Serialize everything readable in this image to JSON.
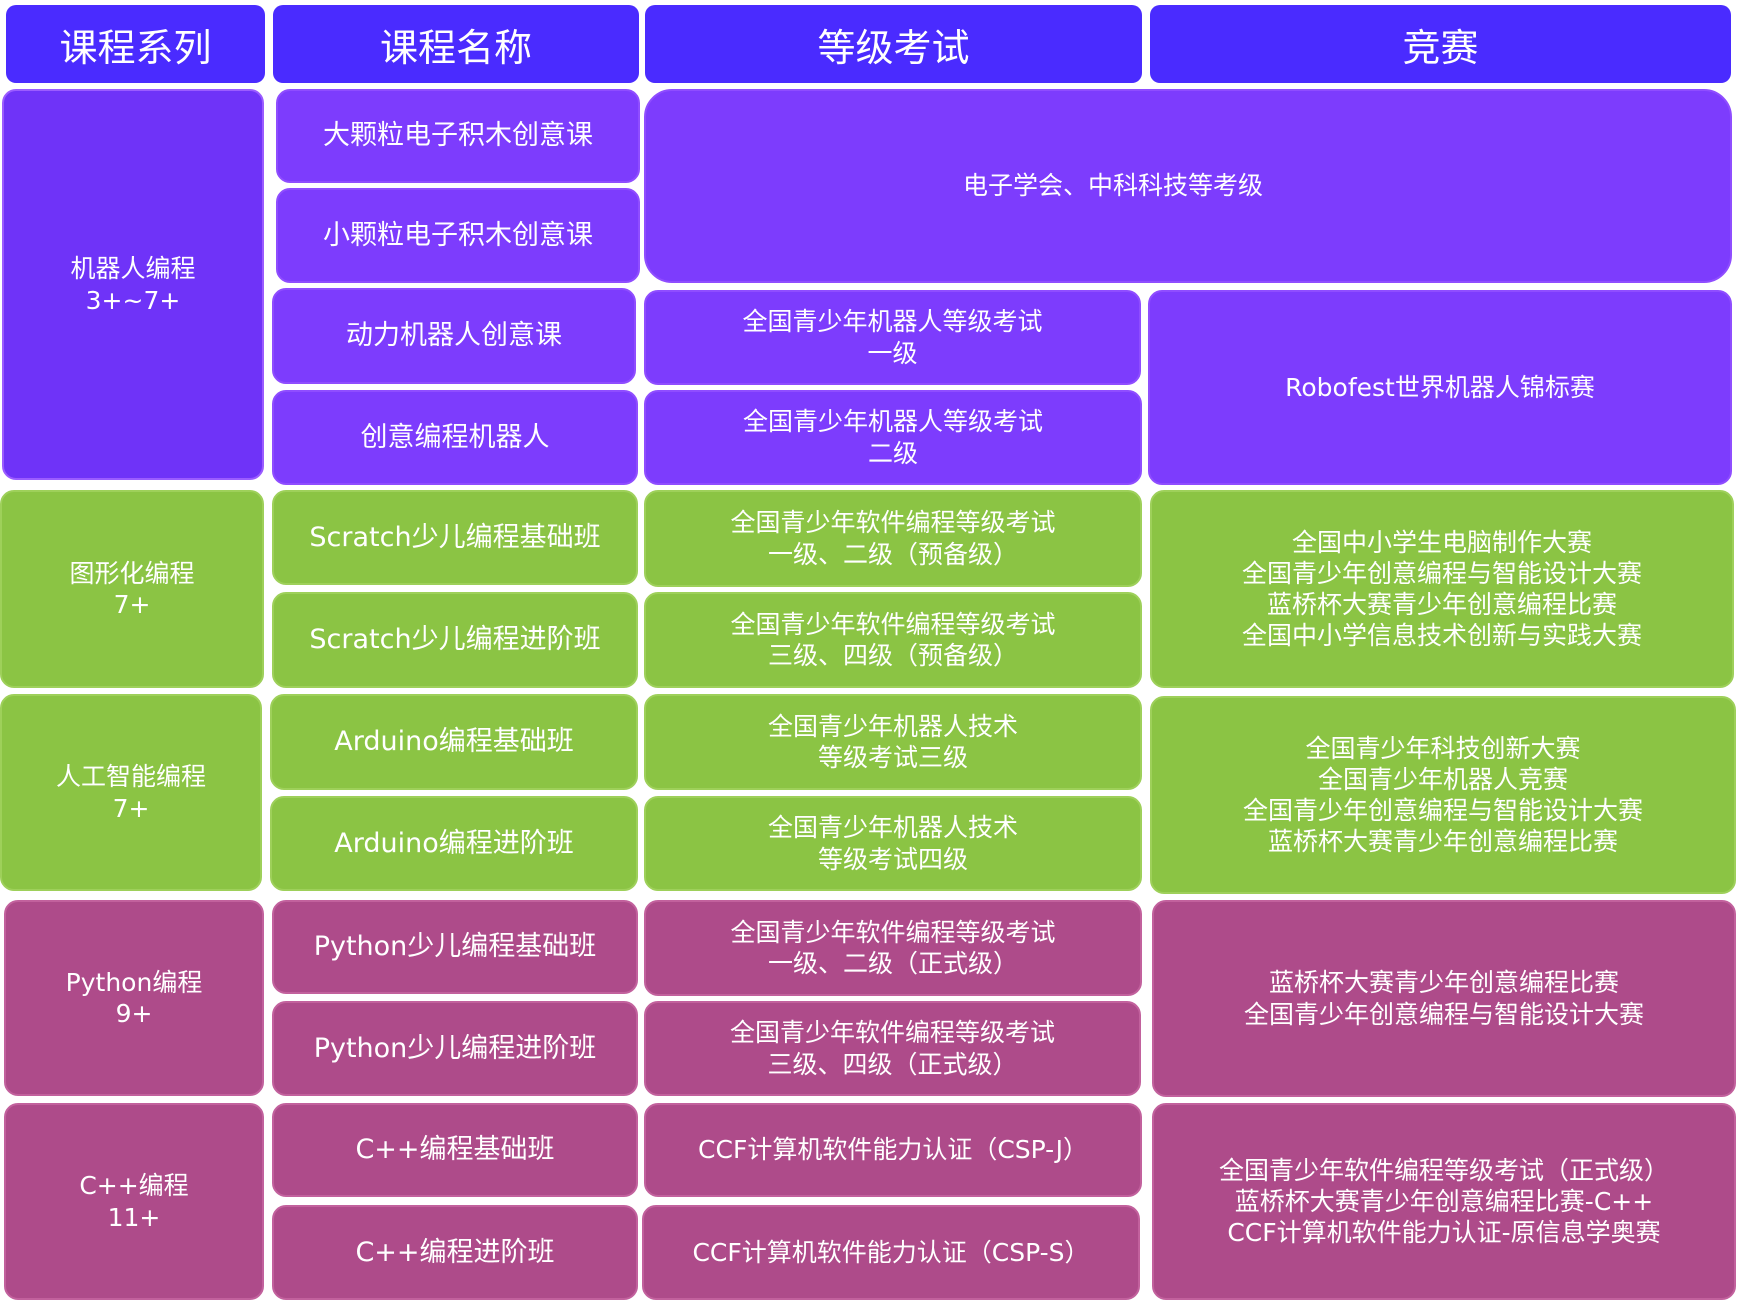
{
  "headers": [
    "课程系列",
    "课程名称",
    "等级考试",
    "竞赛"
  ],
  "colors": {
    "header": "#4a2bff",
    "robotics": "#7d3cfd",
    "graphical_ai": "#8bc444",
    "python_cpp": "#ae4b8a",
    "text": "#ffffff"
  },
  "series": [
    {
      "name": "机器人编程",
      "age": "3+~7+"
    },
    {
      "name": "图形化编程",
      "age": "7+"
    },
    {
      "name": "人工智能编程",
      "age": "7+"
    },
    {
      "name": "Python编程",
      "age": "9+"
    },
    {
      "name": "C++编程",
      "age": "11+"
    }
  ],
  "courses": [
    "大颗粒电子积木创意课",
    "小颗粒电子积木创意课",
    "动力机器人创意课",
    "创意编程机器人",
    "Scratch少儿编程基础班",
    "Scratch少儿编程进阶班",
    "Arduino编程基础班",
    "Arduino编程进阶班",
    "Python少儿编程基础班",
    "Python少儿编程进阶班",
    "C++编程基础班",
    "C++编程进阶班"
  ],
  "exams": {
    "robotics_top": "电子学会、中科科技等考级",
    "items": [
      "全国青少年机器人等级考试\n一级",
      "全国青少年机器人等级考试\n二级",
      "全国青少年软件编程等级考试\n一级、二级（预备级）",
      "全国青少年软件编程等级考试\n三级、四级（预备级）",
      "全国青少年机器人技术\n等级考试三级",
      "全国青少年机器人技术\n等级考试四级",
      "全国青少年软件编程等级考试\n一级、二级（正式级）",
      "全国青少年软件编程等级考试\n三级、四级（正式级）",
      "CCF计算机软件能力认证（CSP-J）",
      "CCF计算机软件能力认证（CSP-S）"
    ]
  },
  "competitions": [
    "Robofest世界机器人锦标赛",
    "全国中小学生电脑制作大赛\n全国青少年创意编程与智能设计大赛\n蓝桥杯大赛青少年创意编程比赛\n全国中小学信息技术创新与实践大赛",
    "全国青少年科技创新大赛\n全国青少年机器人竞赛\n全国青少年创意编程与智能设计大赛\n蓝桥杯大赛青少年创意编程比赛",
    "蓝桥杯大赛青少年创意编程比赛\n全国青少年创意编程与智能设计大赛",
    "全国青少年软件编程等级考试（正式级）\n蓝桥杯大赛青少年创意编程比赛-C++\nCCF计算机软件能力认证-原信息学奥赛"
  ]
}
